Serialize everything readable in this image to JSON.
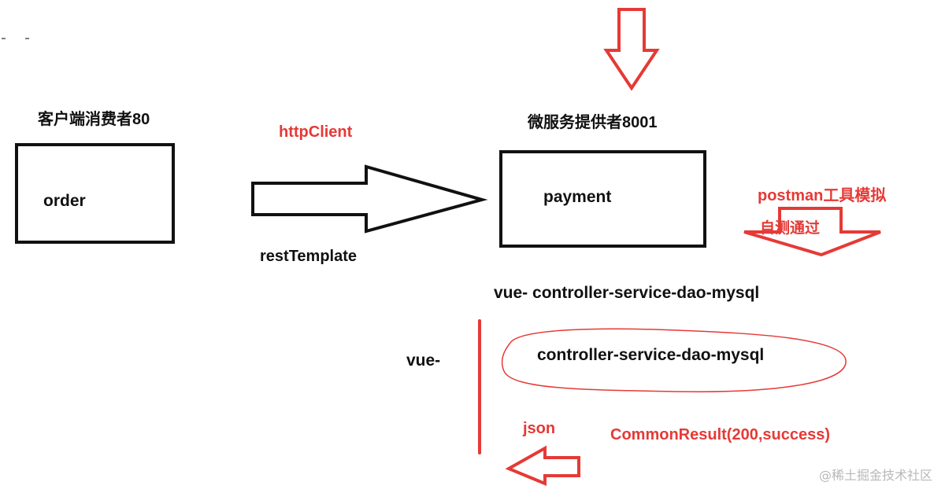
{
  "diagram": {
    "consumer": {
      "title": "客户端消费者80",
      "box_label": "order"
    },
    "provider": {
      "title": "微服务提供者8001",
      "box_label": "payment"
    },
    "http_client_label": "httpClient",
    "rest_template_label": "restTemplate",
    "postman_label": "postman工具模拟",
    "self_test_label": "自测通过",
    "stack_line": "vue- controller-service-dao-mysql",
    "vue_prefix": "vue-",
    "stack_circled": "controller-service-dao-mysql",
    "json_label": "json",
    "common_result_label": "CommonResult(200,success)"
  },
  "watermark": "@稀土掘金技术社区",
  "colors": {
    "text": "#111111",
    "accent_red": "#e53a36",
    "watermark": "#b8b8b8"
  }
}
